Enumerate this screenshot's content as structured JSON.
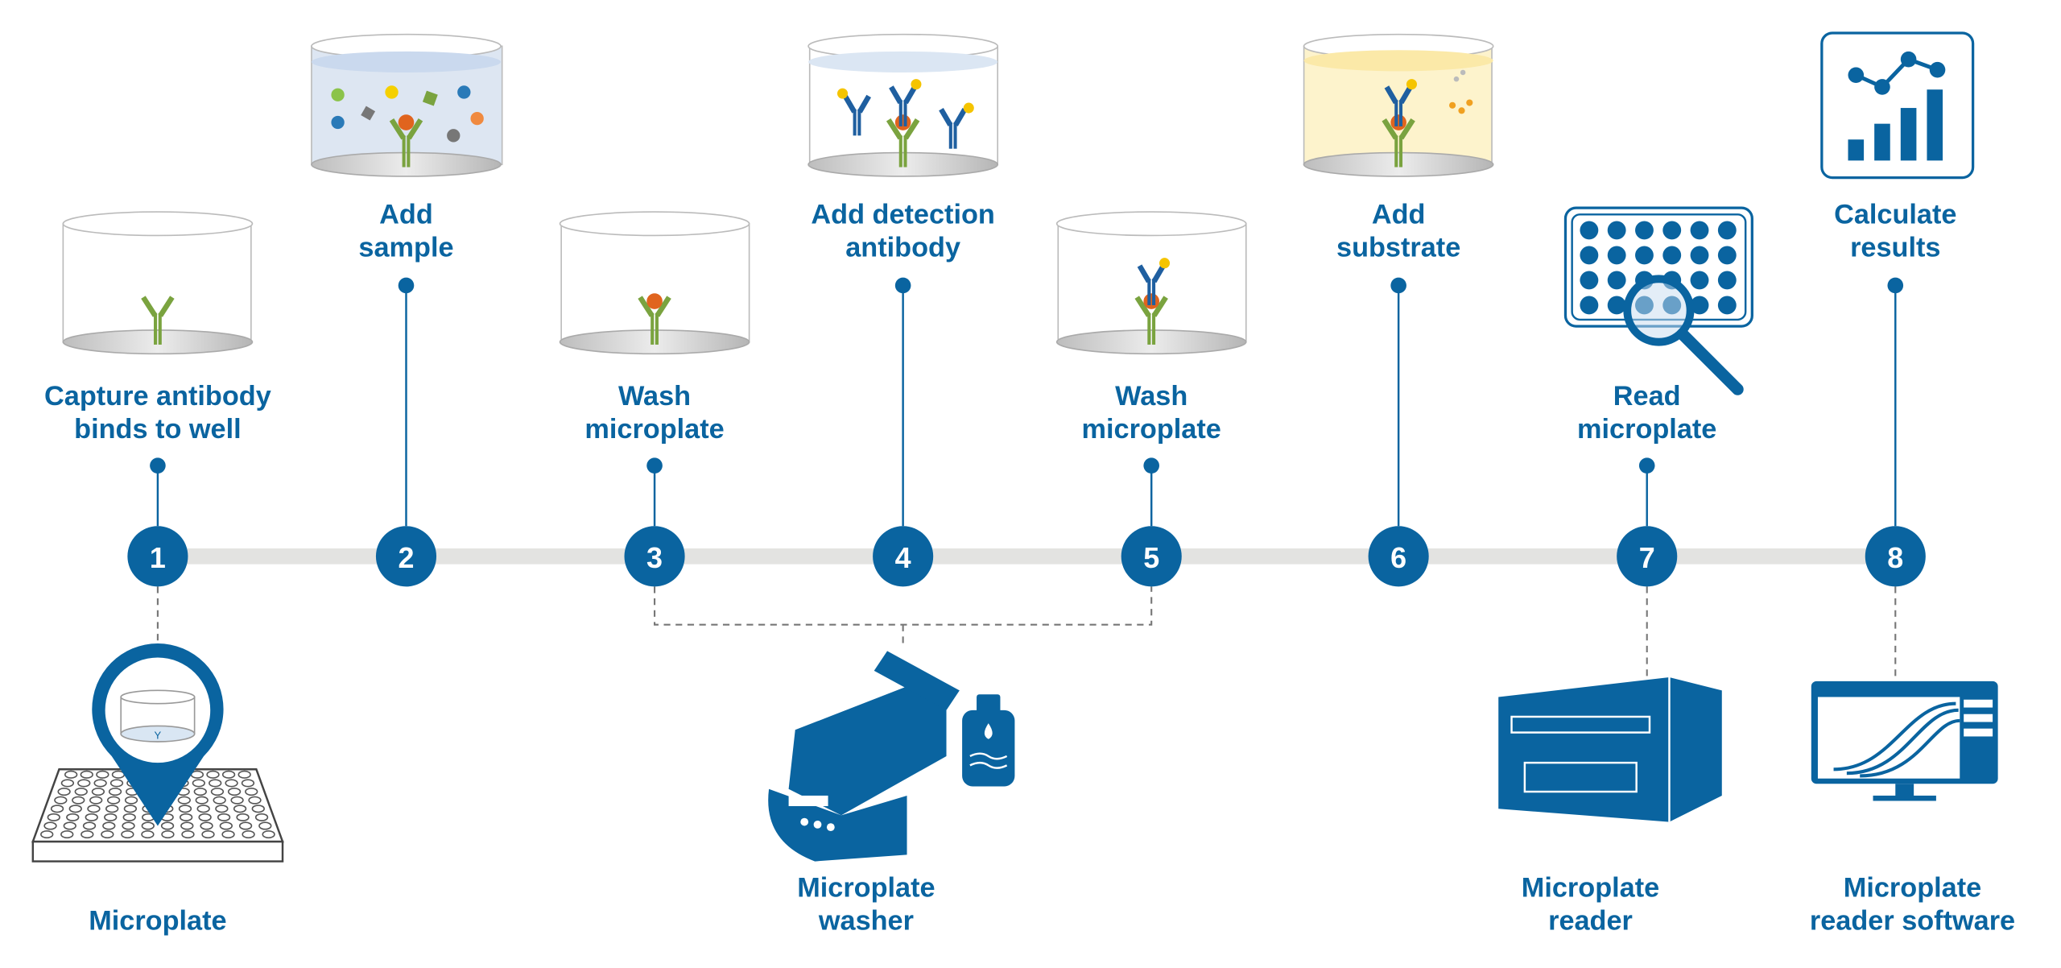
{
  "colors": {
    "primary": "#0a64a0",
    "track": "#e3e3e1",
    "antibody": "#7aa33f",
    "antigen": "#e0641e",
    "detection": "#1f5fa0",
    "enzyme": "#f5c400"
  },
  "steps": [
    {
      "number": "1",
      "label": [
        "Capture antibody",
        "binds to well"
      ],
      "icon": "well-capture-antibody-icon"
    },
    {
      "number": "2",
      "label": [
        "Add",
        "sample"
      ],
      "icon": "well-sample-icon"
    },
    {
      "number": "3",
      "label": [
        "Wash",
        "microplate"
      ],
      "icon": "well-wash-icon"
    },
    {
      "number": "4",
      "label": [
        "Add detection",
        "antibody"
      ],
      "icon": "well-detection-antibody-icon"
    },
    {
      "number": "5",
      "label": [
        "Wash",
        "microplate"
      ],
      "icon": "well-wash-icon"
    },
    {
      "number": "6",
      "label": [
        "Add",
        "substrate"
      ],
      "icon": "well-substrate-icon"
    },
    {
      "number": "7",
      "label": [
        "Read",
        "microplate"
      ],
      "icon": "plate-magnifier-icon"
    },
    {
      "number": "8",
      "label": [
        "Calculate",
        "results"
      ],
      "icon": "results-chart-icon"
    }
  ],
  "equipment": [
    {
      "label": [
        "Microplate"
      ],
      "icon": "microplate-icon"
    },
    {
      "label": [
        "Microplate",
        "washer"
      ],
      "icon": "microplate-washer-icon"
    },
    {
      "label": [
        "Microplate",
        "reader"
      ],
      "icon": "microplate-reader-icon"
    },
    {
      "label": [
        "Microplate",
        "reader software"
      ],
      "icon": "reader-software-icon"
    }
  ],
  "pin_well_letter": "Y"
}
